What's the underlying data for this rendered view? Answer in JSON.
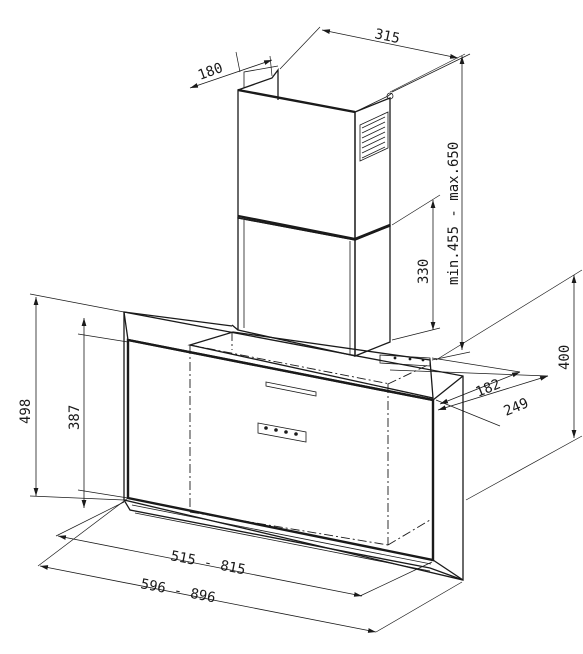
{
  "dimensions": {
    "chimney_width": "315",
    "chimney_depth": "180",
    "chimney_height_range": "min.455 - max.650",
    "lower_chimney_height": "330",
    "hood_height": "498",
    "glass_height": "387",
    "hood_depth": "400",
    "depth_182": "182",
    "depth_249": "249",
    "inner_width_range": "515 - 815",
    "outer_width_range": "596 - 896"
  }
}
